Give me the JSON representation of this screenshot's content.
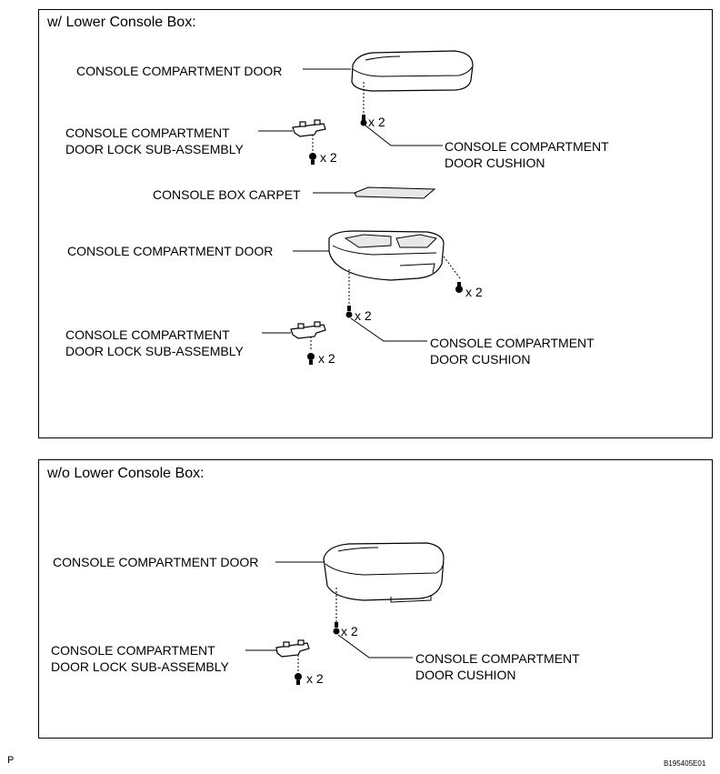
{
  "panel_with": {
    "title": "w/ Lower Console Box:",
    "labels": {
      "door_top": "CONSOLE COMPARTMENT DOOR",
      "lock_top_line1": "CONSOLE COMPARTMENT",
      "lock_top_line2": "DOOR LOCK SUB-ASSEMBLY",
      "cushion_top_line1": "CONSOLE COMPARTMENT",
      "cushion_top_line2": "DOOR CUSHION",
      "carpet": "CONSOLE BOX CARPET",
      "door_mid": "CONSOLE COMPARTMENT DOOR",
      "lock_bot_line1": "CONSOLE COMPARTMENT",
      "lock_bot_line2": "DOOR LOCK SUB-ASSEMBLY",
      "cushion_bot_line1": "CONSOLE COMPARTMENT",
      "cushion_bot_line2": "DOOR CUSHION"
    },
    "qty": {
      "cushion_top": "x 2",
      "lock_top": "x 2",
      "box_side": "x 2",
      "cushion_bot": "x 2",
      "lock_bot": "x 2"
    }
  },
  "panel_without": {
    "title": "w/o Lower Console Box:",
    "labels": {
      "door": "CONSOLE COMPARTMENT DOOR",
      "lock_line1": "CONSOLE COMPARTMENT",
      "lock_line2": "DOOR LOCK SUB-ASSEMBLY",
      "cushion_line1": "CONSOLE COMPARTMENT",
      "cushion_line2": "DOOR CUSHION"
    },
    "qty": {
      "cushion": "x 2",
      "lock": "x 2"
    }
  },
  "footer": {
    "left_mark": "P",
    "figure_id": "B195405E01"
  }
}
